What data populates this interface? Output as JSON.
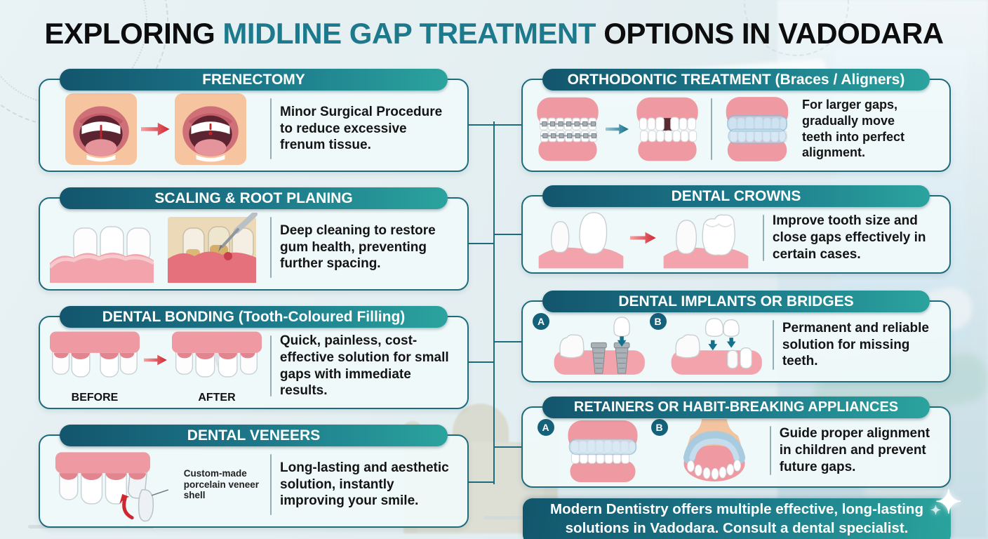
{
  "title": {
    "prefix": "EXPLORING ",
    "highlight": "MIDLINE GAP TREATMENT",
    "suffix": " OPTIONS IN VADODARA"
  },
  "colors": {
    "title_highlight": "#1d7a8c",
    "pill_gradient_start": "#13556d",
    "pill_gradient_end": "#2ba39e",
    "card_border": "#1e6b7d",
    "card_background": "#f0fafa",
    "red_arrow": "#cf2730",
    "teal_arrow": "#1b7e96",
    "banner_gradient_start": "#12556b",
    "banner_gradient_end": "#2aa49c"
  },
  "left_cards": [
    {
      "title": "FRENECTOMY",
      "description": "Minor Surgical Procedure to reduce excessive frenum tissue."
    },
    {
      "title": "SCALING & ROOT PLANING",
      "description": "Deep cleaning to restore gum health, preventing further spacing."
    },
    {
      "title": "DENTAL BONDING (Tooth-Coloured Filling)",
      "description": "Quick, painless, cost-effective solution for small gaps with immediate results.",
      "before_label": "BEFORE",
      "after_label": "AFTER"
    },
    {
      "title": "DENTAL VENEERS",
      "description": "Long-lasting and aesthetic solution, instantly improving your smile.",
      "annotation": "Custom-made porcelain veneer shell"
    }
  ],
  "right_cards": [
    {
      "title": "ORTHODONTIC TREATMENT (Braces / Aligners)",
      "description": "For larger gaps, gradually move teeth into perfect alignment."
    },
    {
      "title": "DENTAL CROWNS",
      "description": "Improve tooth size and close gaps effectively in certain cases."
    },
    {
      "title": "DENTAL IMPLANTS OR BRIDGES",
      "description": "Permanent and reliable solution for missing teeth.",
      "badge_a": "A",
      "badge_b": "B"
    },
    {
      "title": "RETAINERS OR HABIT-BREAKING APPLIANCES",
      "description": "Guide proper alignment in children and prevent future gaps.",
      "badge_a": "A",
      "badge_b": "B"
    }
  ],
  "footer": {
    "text": "Modern Dentistry offers multiple effective, long-lasting solutions in Vadodara. Consult a dental specialist."
  }
}
